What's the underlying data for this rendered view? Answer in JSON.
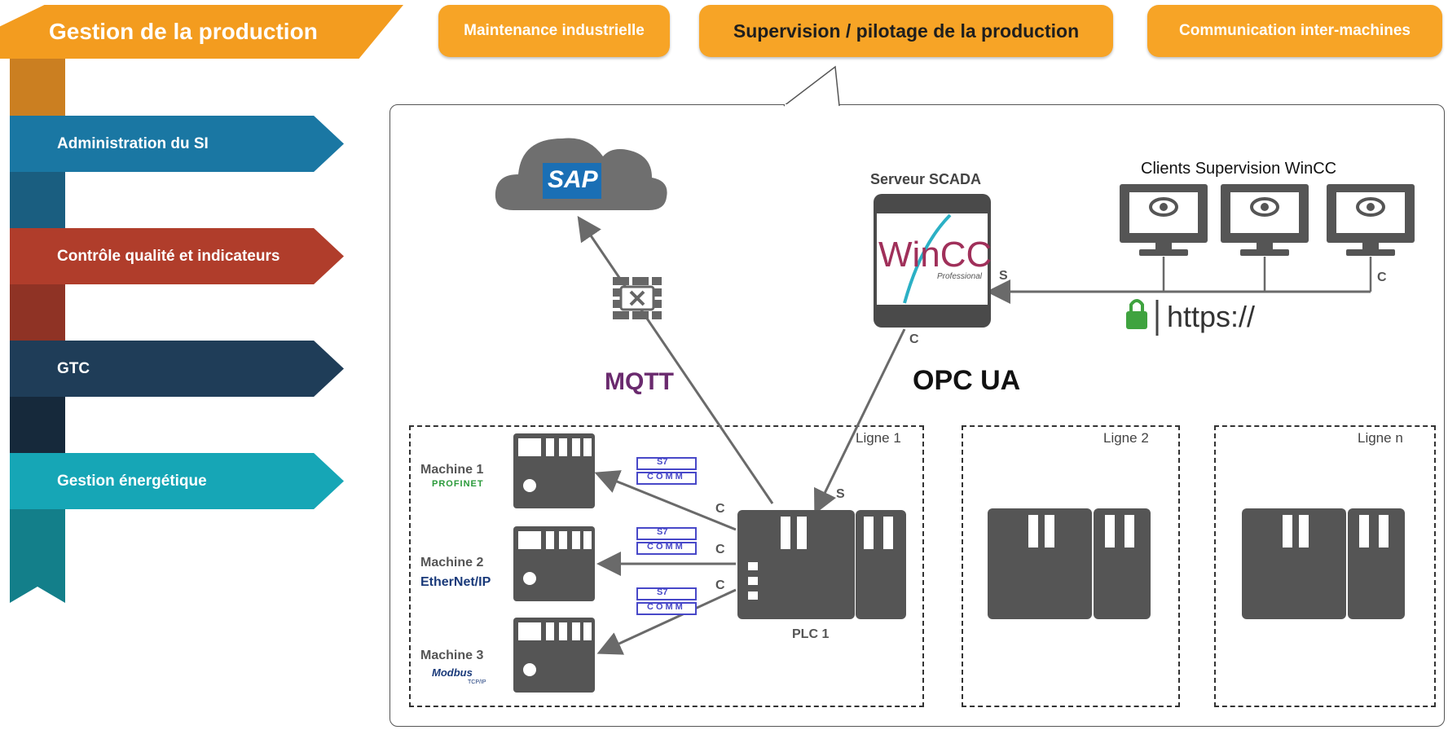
{
  "header": {
    "main_title": "Gestion de la production",
    "tabs": [
      {
        "label": "Maintenance industrielle",
        "active": false
      },
      {
        "label": "Supervision / pilotage de la production",
        "active": true
      },
      {
        "label": "Communication inter-machines",
        "active": false
      }
    ]
  },
  "sidebar": {
    "items": [
      {
        "label": "Administration du SI",
        "color": "#1a77a3"
      },
      {
        "label": "Contrôle qualité et indicateurs",
        "color": "#b03d2b"
      },
      {
        "label": "GTC",
        "color": "#1f3d58"
      },
      {
        "label": "Gestion énergétique",
        "color": "#16a6b6"
      }
    ]
  },
  "diagram": {
    "cloud_label": "SAP",
    "mqtt_label": "MQTT",
    "scada_title": "Serveur SCADA",
    "wincc_label": "WinCC",
    "wincc_sub": "Professional",
    "opcua_label": "OPC UA",
    "clients_title": "Clients Supervision WinCC",
    "https_label": "https://",
    "s_label_scada": "S",
    "c_label_clients": "C",
    "c_label_scada": "C",
    "s_label_plc": "S",
    "plc_label": "PLC 1",
    "lines": [
      "Ligne 1",
      "Ligne 2",
      "Ligne n"
    ],
    "machines": [
      {
        "name": "Machine 1",
        "protocol": "PROFINET",
        "conn": "C"
      },
      {
        "name": "Machine 2",
        "protocol": "EtherNet/IP",
        "conn": "C"
      },
      {
        "name": "Machine 3",
        "protocol": "Modbus",
        "protocol_sub": "TCP/IP",
        "conn": "C"
      }
    ],
    "s7_top": "S7",
    "s7_bottom": "COMM"
  }
}
